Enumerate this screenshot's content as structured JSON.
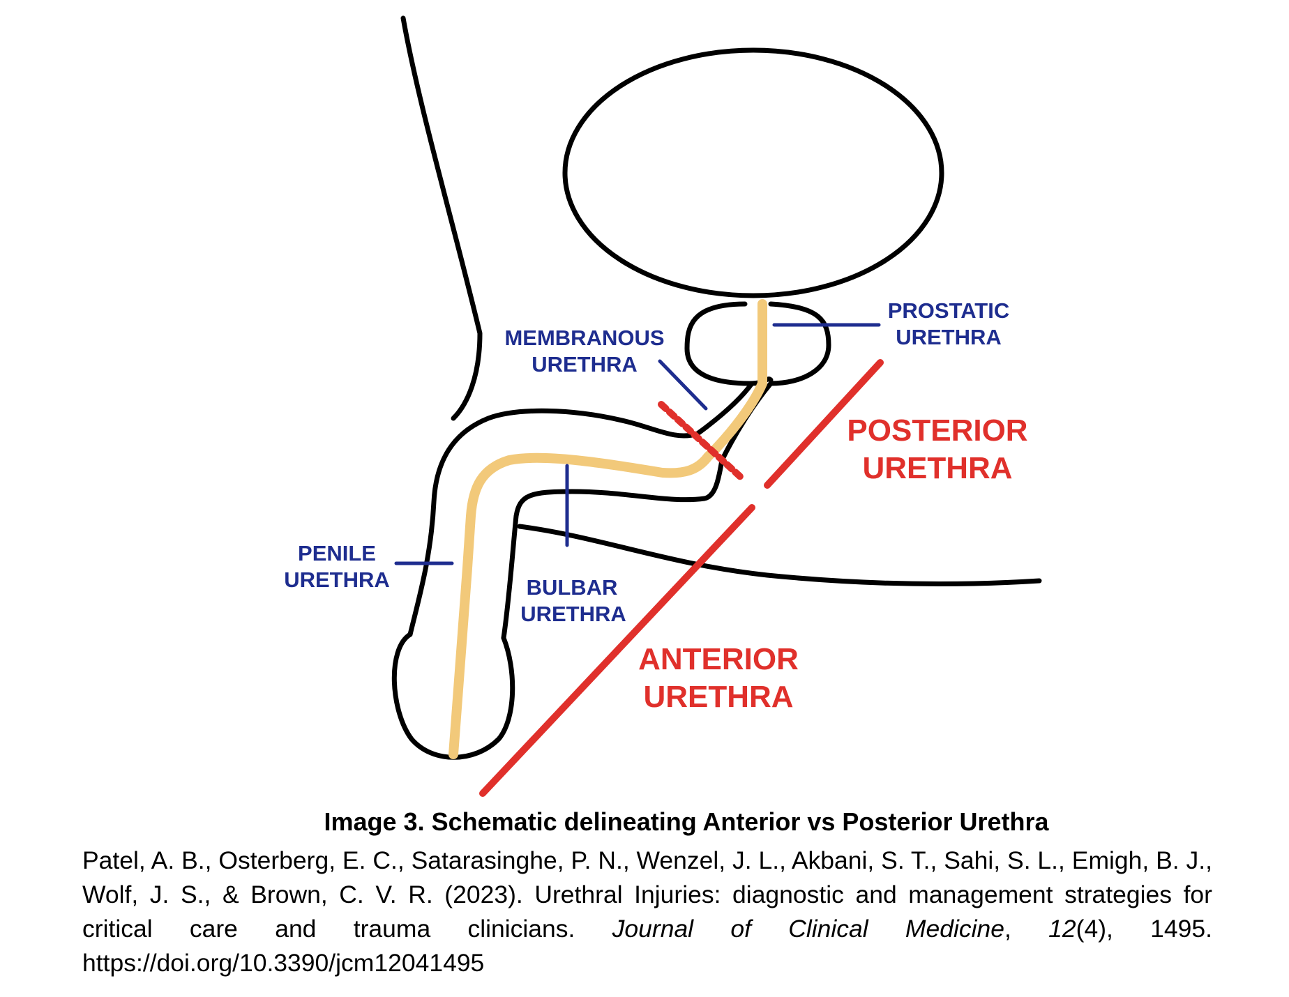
{
  "labels": {
    "membranous": [
      "MEMBRANOUS",
      "URETHRA"
    ],
    "prostatic": [
      "PROSTATIC",
      "URETHRA"
    ],
    "posterior": [
      "POSTERIOR",
      "URETHRA"
    ],
    "penile": [
      "PENILE",
      "URETHRA"
    ],
    "bulbar": [
      "BULBAR",
      "URETHRA"
    ],
    "anterior": [
      "ANTERIOR",
      "URETHRA"
    ]
  },
  "caption": {
    "title": "Image 3. Schematic delineating Anterior vs Posterior Urethra",
    "citation": {
      "authors": "Patel, A. B., Osterberg, E. C., Satarasinghe, P. N., Wenzel, J. L., Akbani, S. T., Sahi, S. L., Emigh, B. J., Wolf, J. S., & Brown, C. V. R. (2023). Urethral Injuries: diagnostic and management strategies for critical care and trauma clinicians. ",
      "journal": "Journal of Clinical Medicine",
      "sep1": ", ",
      "volume": "12",
      "issue_pages": "(4), 1495. ",
      "doi": "https://doi.org/10.3390/jcm12041495"
    }
  },
  "colors": {
    "outline": "#000000",
    "urethra": "#f2c97a",
    "label_blue": "#1e2d8f",
    "divider_red": "#e0302b"
  }
}
